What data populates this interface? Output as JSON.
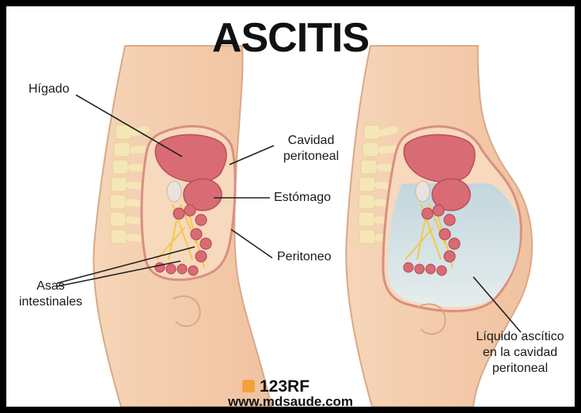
{
  "title": "ASCITIS",
  "labels": {
    "higado": "Hígado",
    "cavidad_line1": "Cavidad",
    "cavidad_line2": "peritoneal",
    "estomago": "Estómago",
    "peritoneo": "Peritoneo",
    "asas_line1": "Asas",
    "asas_line2": "intestinales",
    "liquido_line1": "Líquido ascítico",
    "liquido_line2": "en la cavidad",
    "liquido_line3": "peritoneal"
  },
  "watermark": {
    "stock": "123RF",
    "website": "www.mdsaude.com"
  },
  "colors": {
    "skin": "#f4cca9",
    "skin_outline": "#d9a987",
    "spine": "#f5e6b8",
    "organ": "#d96b74",
    "fluid": "#cfe3ea",
    "nerve": "#f2c94c",
    "accent": "#f2a23a"
  }
}
